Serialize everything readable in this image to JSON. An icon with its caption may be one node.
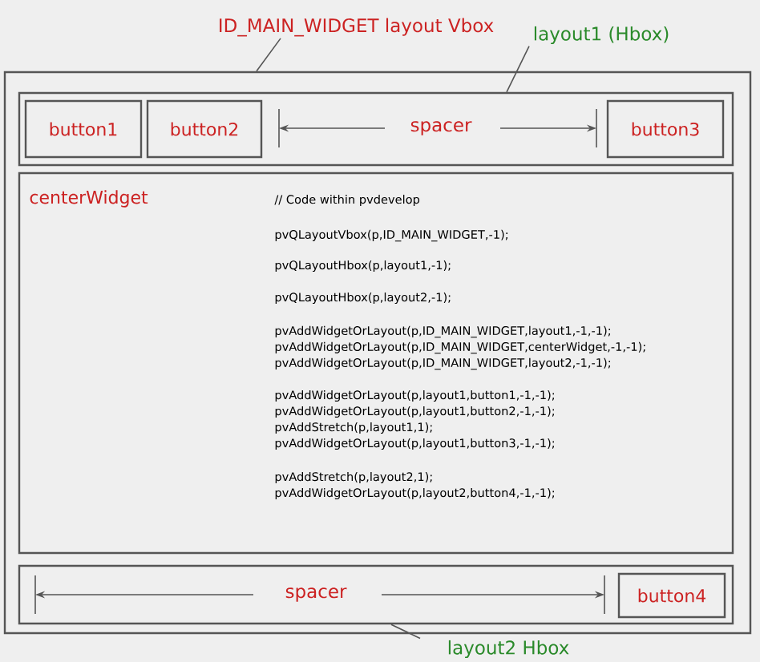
{
  "diagram": {
    "nodes": [
      {
        "text": [],
        "shape": "box"
      },
      {
        "text": [],
        "shape": "box",
        "in": 0
      },
      {
        "text": [
          "button1"
        ],
        "in": 1
      },
      {
        "text": [
          "button2"
        ],
        "in": 1
      },
      {
        "text": [
          "spacer"
        ],
        "in": 1
      },
      {
        "text": [
          "button3"
        ],
        "in": 1
      },
      {
        "text": [
          "centerWidget",
          "// Code within pvdevelop",
          "pvQLayoutVbox(p,ID_MAIN_WIDGET,-1);",
          "pvQLayoutHbox(p,layout1,-1);",
          "pvQLayoutHbox(p,layout2,-1);",
          "pvAddWidgetOrLayout(p,ID_MAIN_WIDGET,layout1,-1,-1);",
          "pvAddWidgetOrLayout(p,ID_MAIN_WIDGET,centerWidget,-1,-1);",
          "pvAddWidgetOrLayout(p,ID_MAIN_WIDGET,layout2,-1,-1);",
          "pvAddWidgetOrLayout(p,layout1,button1,-1,-1);",
          "pvAddWidgetOrLayout(p,layout1,button2,-1,-1);",
          "pvAddStretch(p,layout1,1);",
          "pvAddWidgetOrLayout(p,layout1,button3,-1,-1);",
          "pvAddStretch(p,layout2,1);",
          "pvAddWidgetOrLayout(p,layout2,button4,-1,-1);"
        ],
        "in": 0
      },
      {
        "text": [],
        "shape": "box",
        "in": 0
      },
      {
        "text": [
          "spacer"
        ],
        "in": 7
      },
      {
        "text": [
          "button4"
        ],
        "in": 7
      },
      {
        "text": [
          "ID_MAIN_WIDGET layout Vbox"
        ]
      },
      {
        "text": [
          "layout1 (Hbox)"
        ]
      },
      {
        "text": [
          "layout2 Hbox"
        ]
      }
    ],
    "edges": [
      {
        "from": 10,
        "to": 0,
        "arrow": "none"
      },
      {
        "from": 11,
        "to": 1,
        "arrow": "none"
      },
      {
        "from": 12,
        "to": 7,
        "arrow": "none"
      }
    ]
  }
}
